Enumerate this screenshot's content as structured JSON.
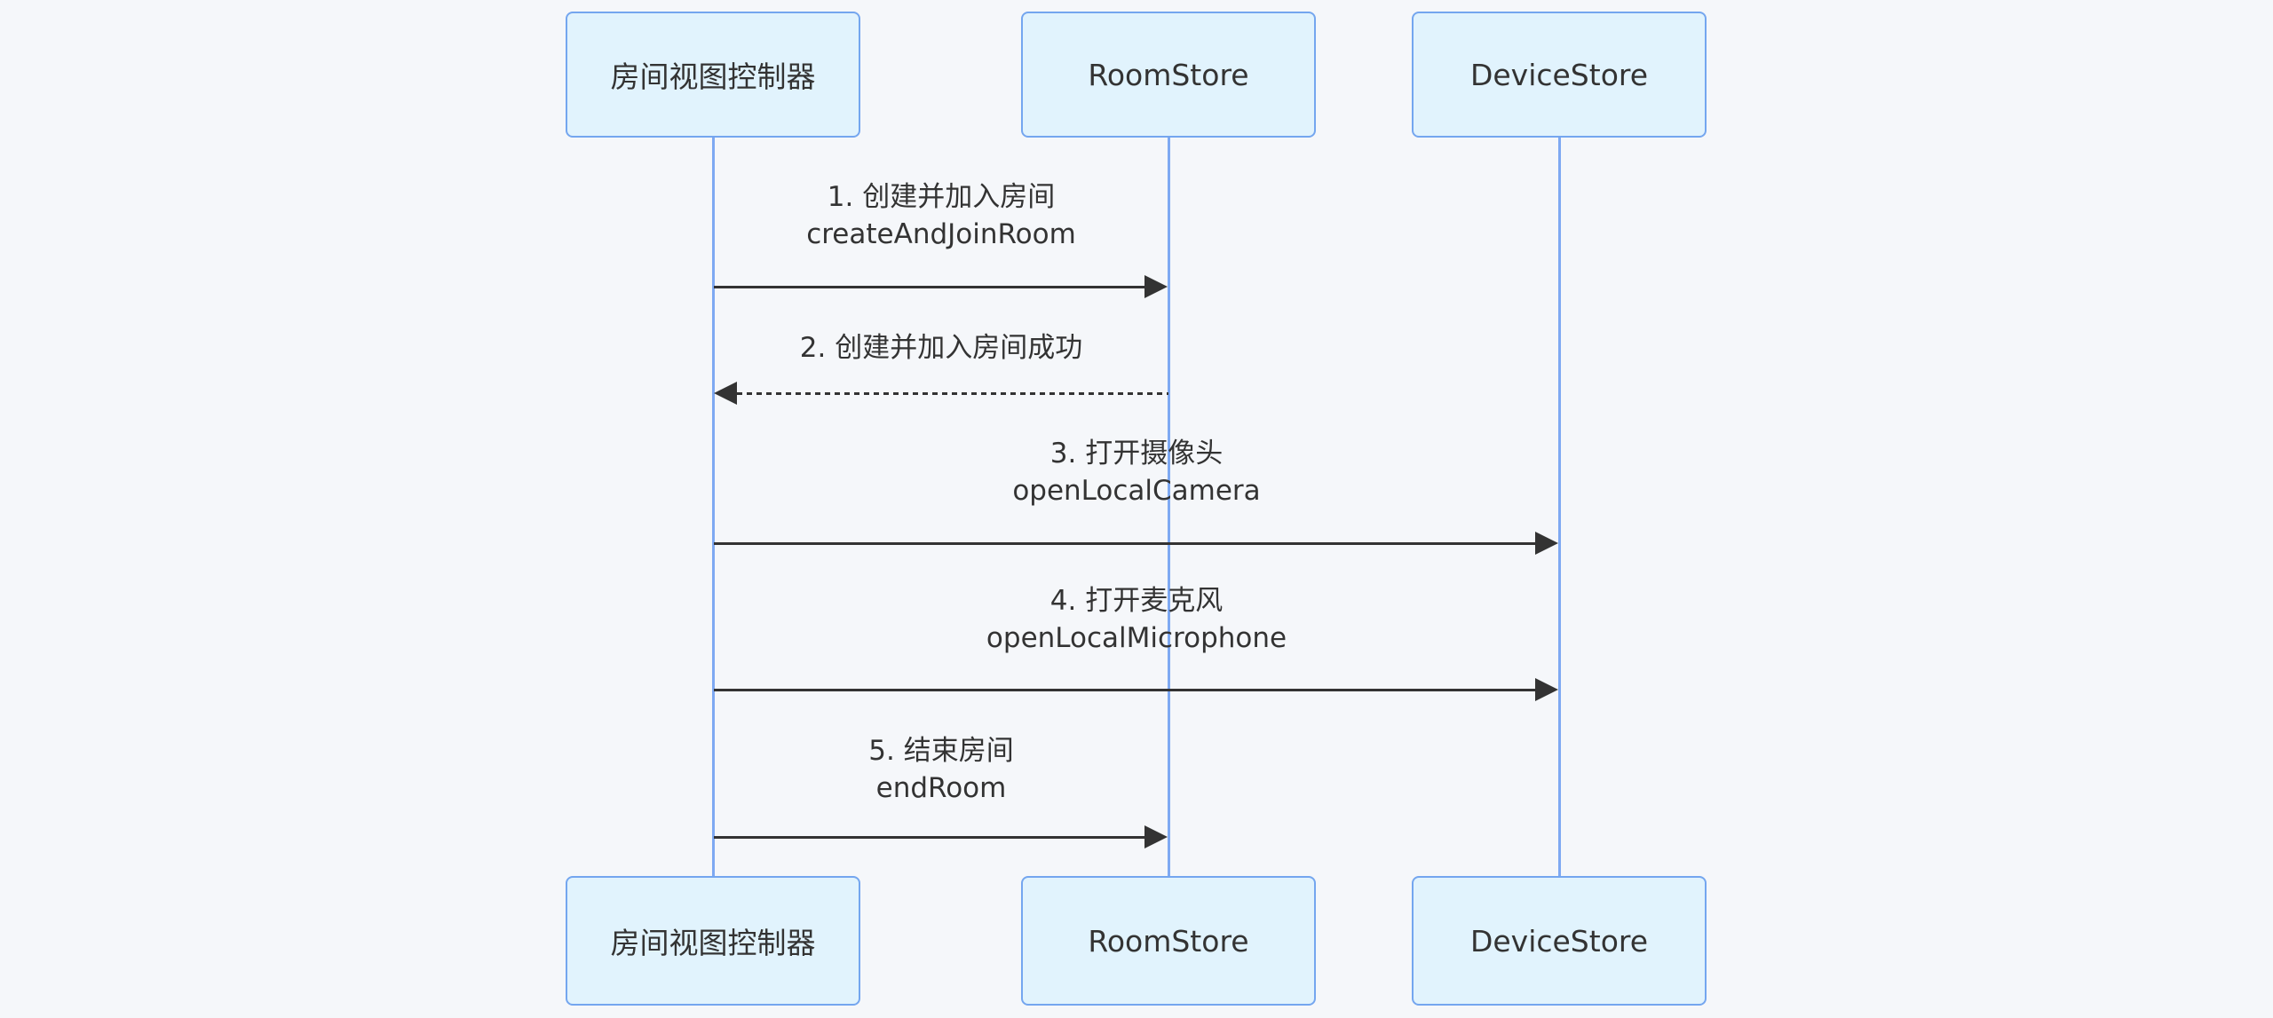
{
  "colors": {
    "background": "#f5f7fa",
    "actor_fill": "#e1f3fd",
    "actor_border": "#74a6ef",
    "lifeline": "#7ea9f2",
    "arrow": "#333333",
    "text": "#333333"
  },
  "diagram": {
    "type": "sequence",
    "actors": [
      {
        "id": "room-view-controller",
        "label": "房间视图控制器"
      },
      {
        "id": "room-store",
        "label": "RoomStore"
      },
      {
        "id": "device-store",
        "label": "DeviceStore"
      }
    ],
    "messages": [
      {
        "seq": "1",
        "from": "room-view-controller",
        "to": "room-store",
        "line_style": "solid",
        "lines": [
          "1. 创建并加入房间",
          "createAndJoinRoom"
        ]
      },
      {
        "seq": "2",
        "from": "room-store",
        "to": "room-view-controller",
        "line_style": "dashed",
        "lines": [
          "2. 创建并加入房间成功"
        ]
      },
      {
        "seq": "3",
        "from": "room-view-controller",
        "to": "device-store",
        "line_style": "solid",
        "lines": [
          "3. 打开摄像头",
          "openLocalCamera"
        ]
      },
      {
        "seq": "4",
        "from": "room-view-controller",
        "to": "device-store",
        "line_style": "solid",
        "lines": [
          "4. 打开麦克风",
          "openLocalMicrophone"
        ]
      },
      {
        "seq": "5",
        "from": "room-view-controller",
        "to": "room-store",
        "line_style": "solid",
        "lines": [
          "5. 结束房间",
          "endRoom"
        ]
      }
    ]
  }
}
